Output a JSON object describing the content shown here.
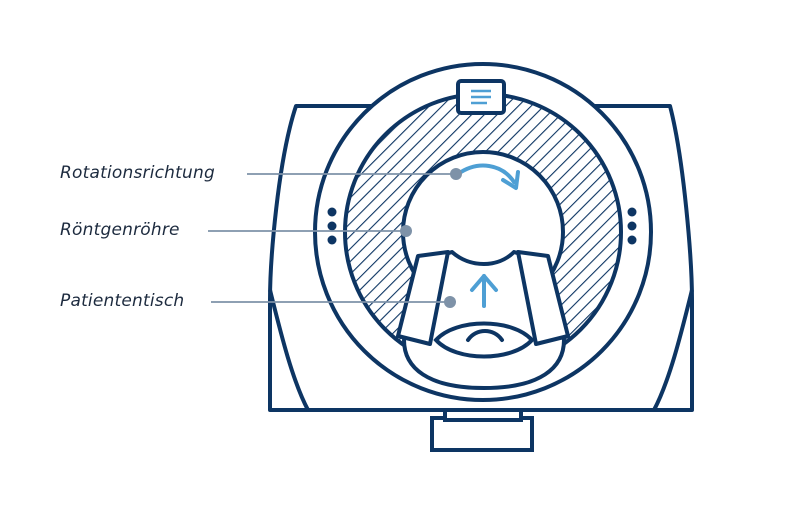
{
  "diagram": {
    "labels": {
      "rotation": "Rotationsrichtung",
      "tube": "Röntgenröhre",
      "table": "Patiententisch"
    }
  },
  "colors": {
    "outline": "#0d3563",
    "accent": "#4e9fd4",
    "leader": "#7e92a8",
    "text": "#1d2b3f",
    "background": "#ffffff"
  },
  "icons": [
    "rotation-arrow-icon",
    "up-arrow-icon",
    "control-panel-icon"
  ]
}
